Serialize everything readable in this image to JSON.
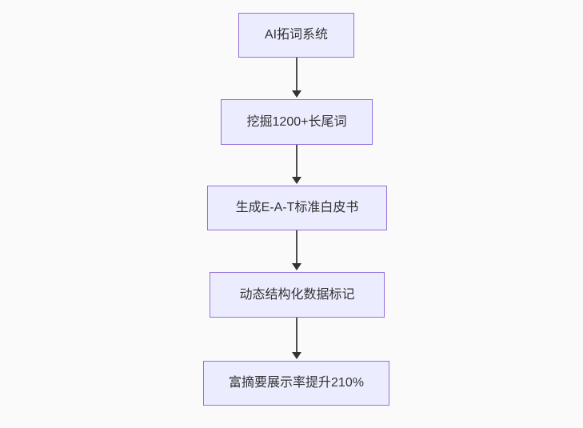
{
  "flowchart": {
    "direction": "top-down",
    "nodes": [
      {
        "id": "A",
        "label": "AI拓词系统"
      },
      {
        "id": "B",
        "label": "挖掘1200+长尾词"
      },
      {
        "id": "C",
        "label": "生成E-A-T标准白皮书"
      },
      {
        "id": "D",
        "label": "动态结构化数据标记"
      },
      {
        "id": "E",
        "label": "富摘要展示率提升210%"
      }
    ],
    "edges": [
      {
        "from": "A",
        "to": "B",
        "label": ""
      },
      {
        "from": "B",
        "to": "C",
        "label": ""
      },
      {
        "from": "C",
        "to": "D",
        "label": ""
      },
      {
        "from": "D",
        "to": "E",
        "label": ""
      }
    ],
    "colors": {
      "background": "#fafafa",
      "node_fill": "#ECECFF",
      "node_border": "#9370DB",
      "node_text": "#333333",
      "edge_line": "#4d4d4d",
      "arrowhead": "#333333"
    }
  }
}
